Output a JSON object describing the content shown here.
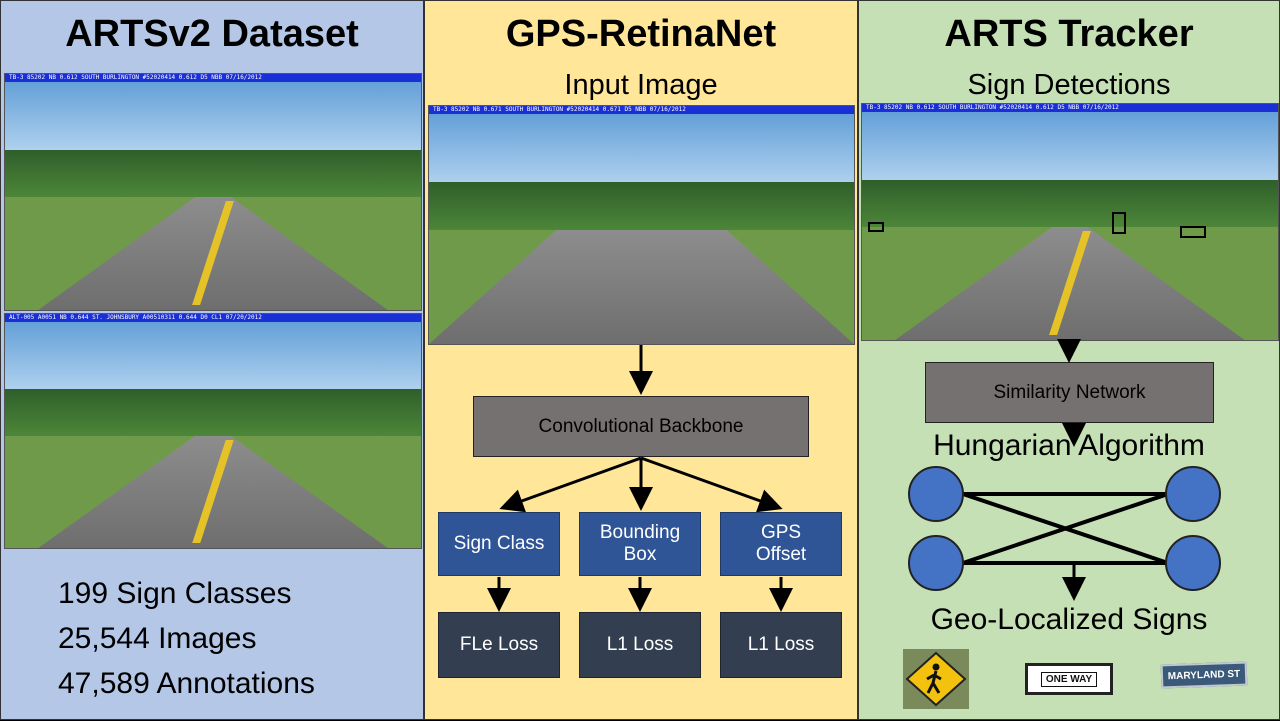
{
  "left": {
    "title": "ARTSv2 Dataset",
    "photo1_header": "TB-3   85202   NB   0.612  SOUTH BURLINGTON  #52020414   0.612  D5      NBB   07/16/2012",
    "photo2_header": "ALT-005  A0051  NB   0.644  ST. JOHNSBURY   A00510311   0.644  D0  CL1      07/20/2012",
    "stats": [
      "199 Sign Classes",
      "25,544 Images",
      "47,589 Annotations"
    ]
  },
  "middle": {
    "title": "GPS-RetinaNet",
    "subtitle": "Input Image",
    "photo_header": "TB-3   85202   NB   0.671  SOUTH BURLINGTON  #52020414   0.671  D5      NBB   07/16/2012",
    "backbone": "Convolutional Backbone",
    "heads": [
      "Sign Class",
      "Bounding Box",
      "GPS Offset"
    ],
    "losses": [
      "FLe Loss",
      "L1 Loss",
      "L1 Loss"
    ]
  },
  "right": {
    "title": "ARTS Tracker",
    "subtitle": "Sign Detections",
    "photo_header": "TB-3   85202   NB   0.612  SOUTH BURLINGTON  #52020414   0.612  D5      NBB   07/16/2012",
    "similarity": "Similarity Network",
    "hungarian": "Hungarian Algorithm",
    "output": "Geo-Localized Signs",
    "sign_labels": [
      "ONE WAY",
      "MARYLAND ST"
    ]
  },
  "colors": {
    "left_bg": "#b4c7e7",
    "middle_bg": "#ffe699",
    "right_bg": "#c5e0b4",
    "node_blue": "#4472c4",
    "head_blue": "#2f5597",
    "loss_dark": "#333f50",
    "grey_box": "#767171"
  },
  "icons": [
    "pedestrian-crossing-sign-icon",
    "one-way-sign-icon",
    "street-name-sign-icon"
  ]
}
